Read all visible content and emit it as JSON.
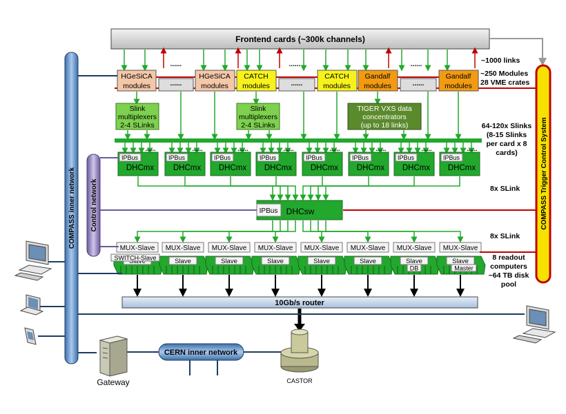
{
  "frontend": "Frontend cards (~300k channels)",
  "modules": [
    {
      "l1": "HGeSiCA",
      "l2": "modules",
      "color": "#f4c7a8"
    },
    {
      "l1": "HGeSiCA",
      "l2": "modules",
      "color": "#f4c7a8"
    },
    {
      "l1": "CATCH",
      "l2": "modules",
      "color": "#f7f21b"
    },
    {
      "l1": "CATCH",
      "l2": "modules",
      "color": "#f7f21b"
    },
    {
      "l1": "Gandalf",
      "l2": "modules",
      "color": "#f29b12"
    },
    {
      "l1": "Gandalf",
      "l2": "modules",
      "color": "#f29b12"
    }
  ],
  "dots": "......",
  "muxes": [
    {
      "l1": "Slink",
      "l2": "multiplexers",
      "l3": "2-4 SLinks"
    },
    {
      "l1": "Slink",
      "l2": "multiplexers",
      "l3": "2-4 SLinks"
    }
  ],
  "tiger": {
    "l1": "TIGER VXS data",
    "l2": "concentrators",
    "l3": "(up to 18 links)"
  },
  "ipbus": "IPBus",
  "dhcmx": "DHCmx",
  "dhcsw": "DHCsw",
  "mux_slave": "MUX-Slave",
  "slaves": [
    "Slave",
    "Slave",
    "Slave",
    "Slave",
    "Slave",
    "Slave",
    "Slave",
    "Slave"
  ],
  "slave_top": {
    "switch": "SWITCH-Slave",
    "db": "DB",
    "master": "Master"
  },
  "router": "10Gb/s router",
  "right_labels": {
    "links": "~1000 links",
    "modules1": "~250 Modules",
    "modules2": "28 VME crates",
    "slinks1": "64-120x Slinks",
    "slinks2": "(8-15 Slinks",
    "slinks3": "per card x 8",
    "slinks4": "cards)",
    "slink8a": "8x SLink",
    "slink8b": "8x SLink",
    "readout1": "8 readout",
    "readout2": "computers",
    "readout3": "~64 TB disk",
    "readout4": "pool"
  },
  "inner_network": "COMPASS inner network",
  "control_network": "Control network",
  "trigger": "COMPASS Trigger Control System",
  "cern_network": "CERN inner network",
  "gateway": "Gateway",
  "castor": "CASTOR",
  "colors": {
    "green": "#22a82d",
    "red": "#c00000",
    "pipe": "#6fa4d8",
    "purple": "#8a7ab8",
    "yellow": "#f6e100"
  }
}
